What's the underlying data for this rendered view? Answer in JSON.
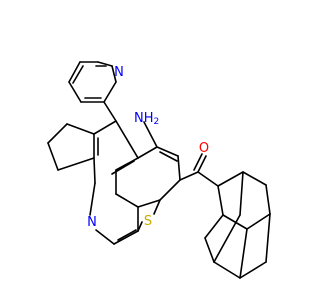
{
  "structure": {
    "atoms": {
      "n_pyridine": {
        "label": "N",
        "color": "#0000ff"
      },
      "n_amino": {
        "label": "NH",
        "sub": "2",
        "color": "#0000ff"
      },
      "o_carbonyl": {
        "label": "O",
        "color": "#ff0000"
      },
      "n_ring": {
        "label": "N",
        "color": "#0000ff"
      },
      "s_thiophene": {
        "label": "S",
        "color": "#ccaa00"
      }
    },
    "bond_color": "#000000",
    "background": "#ffffff"
  }
}
